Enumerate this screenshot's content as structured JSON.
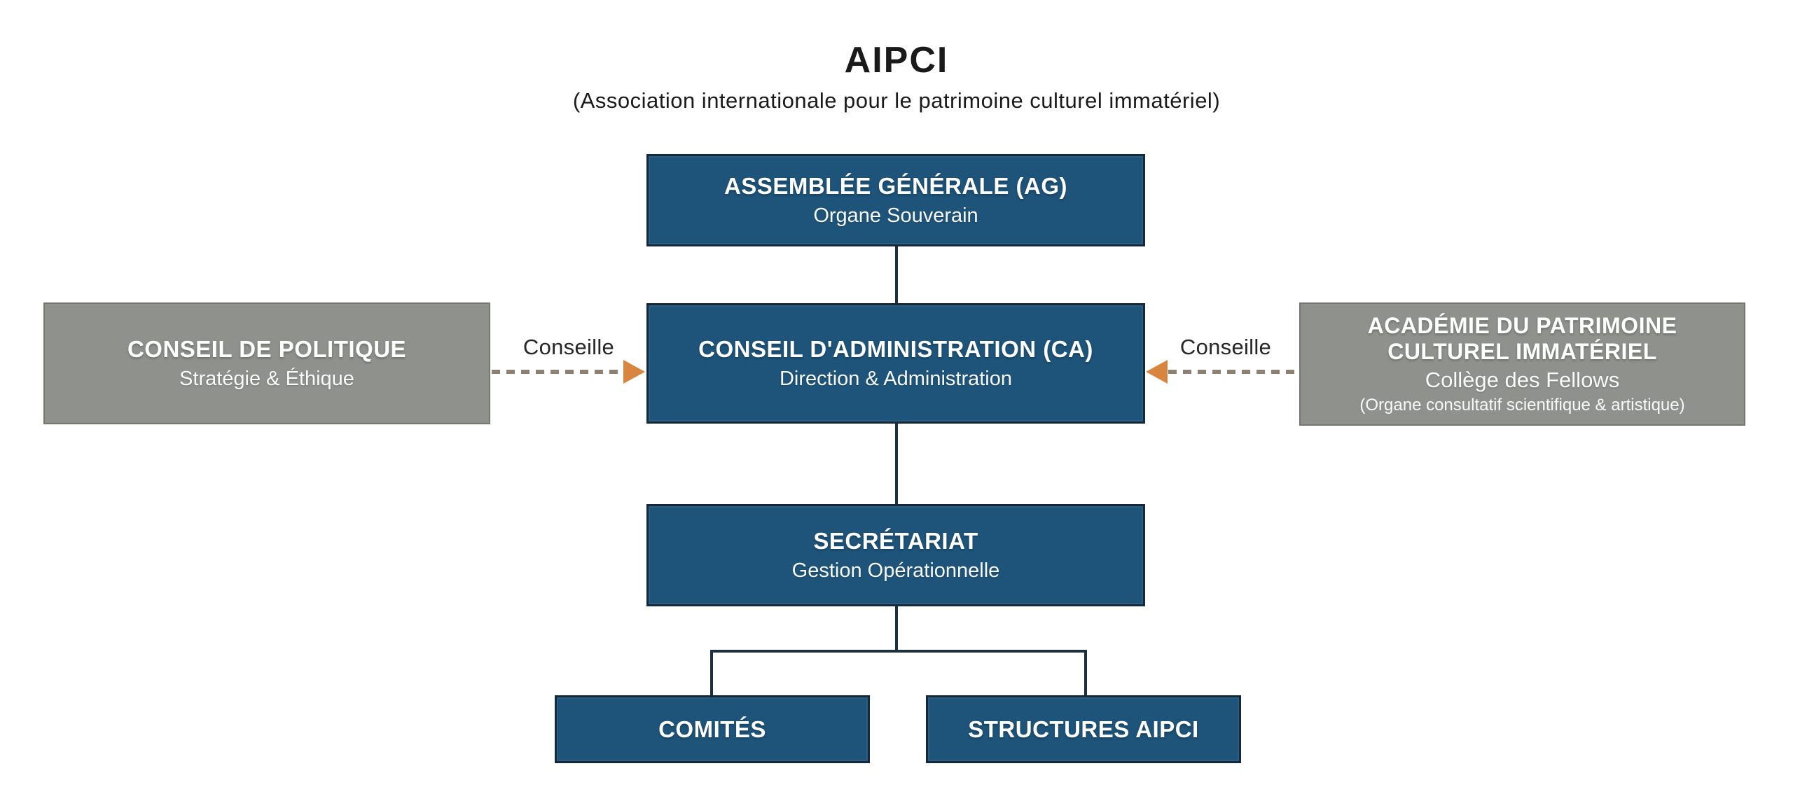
{
  "header": {
    "title": "AIPCI",
    "subtitle": "(Association internationale pour le patrimoine culturel immatériel)"
  },
  "nodes": {
    "assemblee": {
      "title": "ASSEMBLÉE GÉNÉRALE (AG)",
      "subtitle": "Organe Souverain"
    },
    "conseil_politique": {
      "title": "CONSEIL DE POLITIQUE",
      "subtitle": "Stratégie & Éthique"
    },
    "conseil_administration": {
      "title": "CONSEIL D'ADMINISTRATION (CA)",
      "subtitle": "Direction & Administration"
    },
    "academie": {
      "title": "ACADÉMIE DU PATRIMOINE CULTUREL IMMATÉRIEL",
      "subtitle": "Collège des Fellows",
      "note": "(Organe consultatif scientifique & artistique)"
    },
    "secretariat": {
      "title": "SECRÉTARIAT",
      "subtitle": "Gestion Opérationnelle"
    },
    "comites": {
      "title": "COMITÉS"
    },
    "structures": {
      "title": "STRUCTURES AIPCI"
    }
  },
  "edges": {
    "left_label": "Conseille",
    "right_label": "Conseille"
  },
  "colors": {
    "box-blue": "#1e547a",
    "box-blue-border": "#14293b",
    "box-gray": "#8f928c",
    "box-gray-border": "#75786f",
    "connector": "#1d3040",
    "arrow-dash": "#8d8271",
    "arrow-head": "#d8863f",
    "text-dark": "#1a1a1a",
    "text-light": "#ffffff"
  }
}
